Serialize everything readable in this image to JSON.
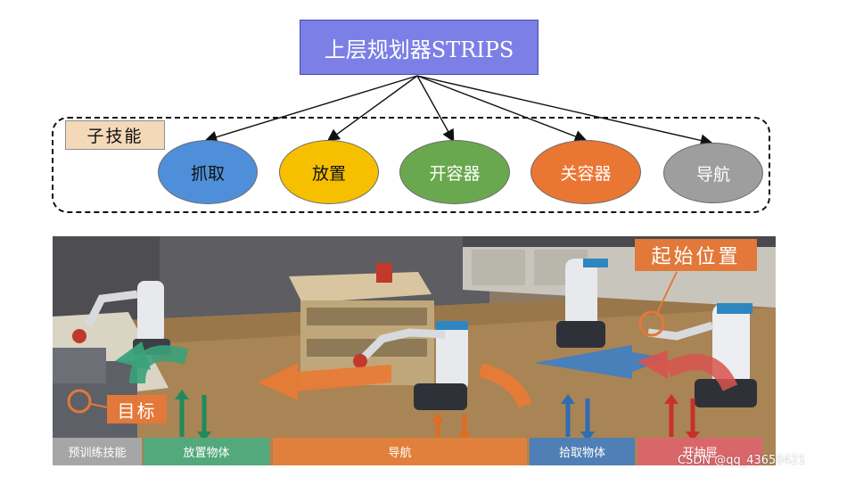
{
  "planner": {
    "label": "上层规划器STRIPS"
  },
  "skills": {
    "label": "子技能",
    "items": [
      {
        "label": "抓取",
        "color": "#4f8fd9"
      },
      {
        "label": "放置",
        "color": "#f6c000"
      },
      {
        "label": "开容器",
        "color": "#6aa84f"
      },
      {
        "label": "关容器",
        "color": "#ea7634"
      },
      {
        "label": "导航",
        "color": "#9e9e9e"
      }
    ]
  },
  "scene": {
    "start_label": "起始位置",
    "goal_label": "目标",
    "bars": [
      {
        "label": "预训练技能",
        "color": "#a6a6a6"
      },
      {
        "label": "放置物体",
        "color": "#53a87c"
      },
      {
        "label": "导航",
        "color": "#e1803c"
      },
      {
        "label": "拾取物体",
        "color": "#4f7fb4"
      },
      {
        "label": "开抽屉",
        "color": "#d9676a"
      }
    ]
  },
  "watermark": "CSDN @qq_43650421"
}
